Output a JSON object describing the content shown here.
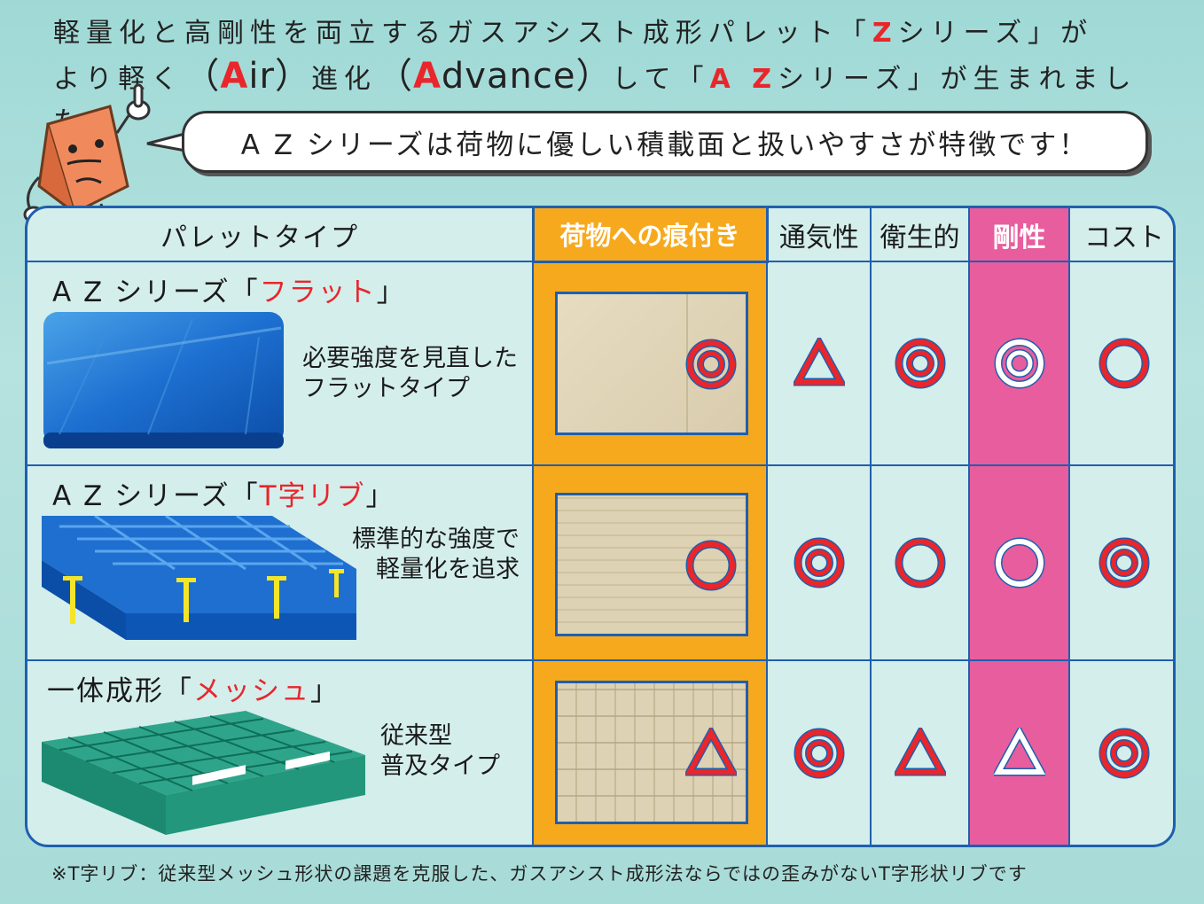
{
  "headline": {
    "line1_pre": "軽量化と高剛性を両立するガスアシスト成形パレット「",
    "line1_z": "Z",
    "line1_post": "シリーズ」が",
    "line2_pre": "より軽く",
    "air_open": "（",
    "air_a": "A",
    "air_rest": "ir",
    "air_close": "）",
    "shinka": "進化",
    "adv_open": "（",
    "adv_a": "A",
    "adv_rest": "dvance",
    "adv_close": "）",
    "line2_mid": "して「",
    "line2_az": "A Z",
    "line2_post": "シリーズ」が生まれました"
  },
  "bubble": {
    "text": "A Z シリーズは荷物に優しい積載面と扱いやすさが特徴です！"
  },
  "table": {
    "headers": {
      "type": "パレットタイプ",
      "mark": "荷物への痕付き",
      "vent": "通気性",
      "hygiene": "衛生的",
      "rigidity": "剛性",
      "cost": "コスト"
    },
    "rows": [
      {
        "name_pre": "A Z シリーズ「",
        "name_red": "フラット",
        "name_post": "」",
        "desc_line1": "必要強度を見直した",
        "desc_line2": "フラットタイプ",
        "ratings": [
          "double-circle",
          "triangle",
          "double-circle",
          "double-circle",
          "circle"
        ]
      },
      {
        "name_pre": "A Z シリーズ「",
        "name_red": "T字リブ",
        "name_post": "」",
        "desc_line1": "標準的な強度で",
        "desc_line2": "軽量化を追求",
        "ratings": [
          "circle",
          "double-circle",
          "circle",
          "circle",
          "double-circle"
        ]
      },
      {
        "name_pre": "一体成形「",
        "name_red": "メッシュ",
        "name_post": "」",
        "desc_line1": "従来型",
        "desc_line2": "普及タイプ",
        "ratings": [
          "triangle",
          "double-circle",
          "triangle",
          "triangle",
          "double-circle"
        ]
      }
    ]
  },
  "footnote": "※T字リブ：従来型メッシュ形状の課題を克服した、ガスアシスト成形法ならではの歪みがないT字形状リブです",
  "colors": {
    "accent_red": "#e8262b",
    "border_blue": "#1f5fae",
    "mark_orange": "#f7a91d",
    "rigidity_pink": "#e85d9d"
  }
}
